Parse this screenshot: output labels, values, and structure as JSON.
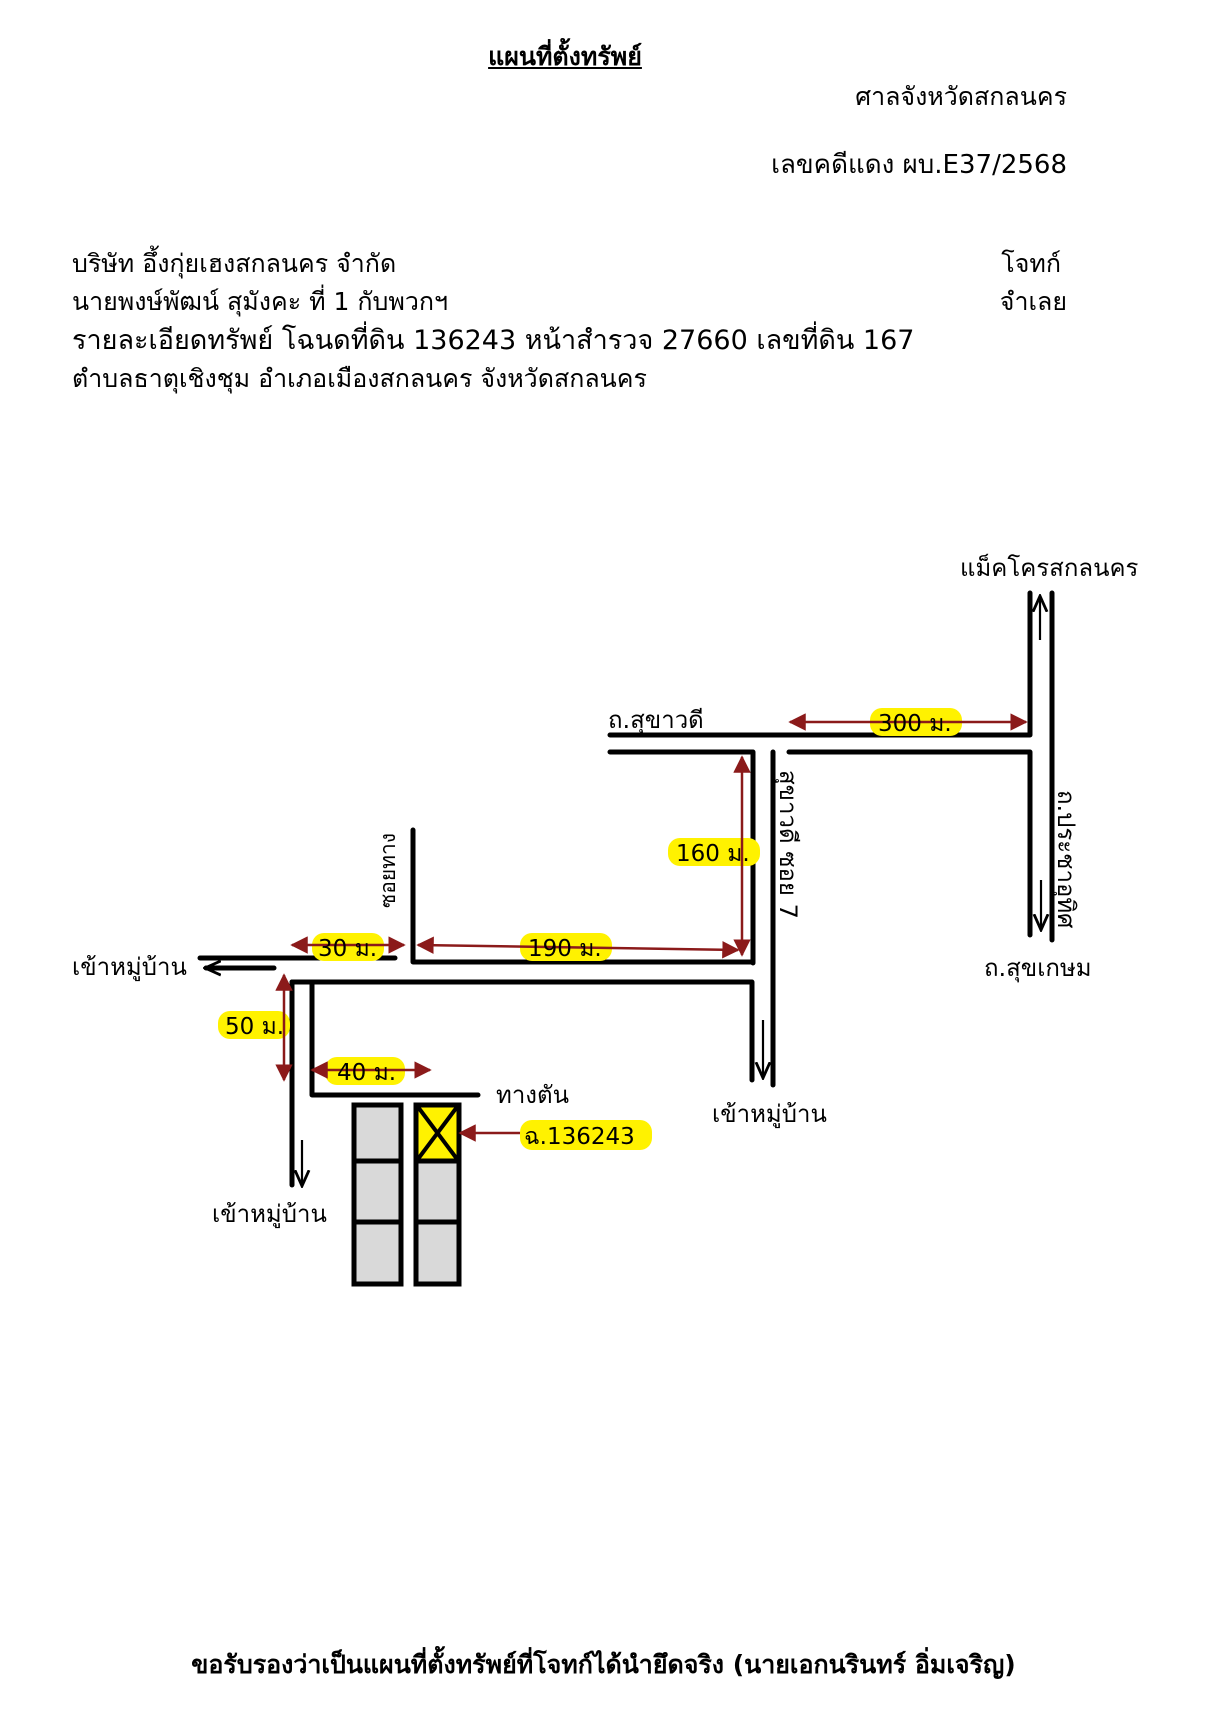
{
  "header": {
    "title": "แผนที่ตั้งทรัพย์",
    "court": "ศาลจังหวัดสกลนคร",
    "case_number": "เลขคดีแดง ผบ.E37/2568",
    "plaintiff_name": "บริษัท อึ้งกุ่ยเฮงสกลนคร จำกัด",
    "plaintiff_role": "โจทก์",
    "defendant_name": "นายพงษ์พัฒน์ สุมังคะ ที่ 1 กับพวกฯ",
    "defendant_role": "จำเลย",
    "property_detail": "รายละเอียดทรัพย์ โฉนดที่ดิน 136243 หน้าสำรวจ 27660 เลขที่ดิน 167",
    "location": "ตำบลธาตุเชิงชุม อำเภอเมืองสกลนคร จังหวัดสกลนคร"
  },
  "map": {
    "landmarks": {
      "makro": "แม็คโครสกลนคร",
      "sukhawadee_rd": "ถ.สุขาวดี",
      "sukhawadee_soi": "สุขาวดี ซอย 7",
      "pracha_uthit_rd": "ถ.ประชาอุทิศ",
      "sukkasem_rd": "ถ.สุขเกษม",
      "soi_tang": "ซอยทาง",
      "to_village_left": "เข้าหมู่บ้าน",
      "to_village_bottom": "เข้าหมู่บ้าน",
      "to_village_mid": "เข้าหมู่บ้าน",
      "dead_end": "ทางตัน"
    },
    "distances": {
      "d300": "300 ม.",
      "d160": "160 ม.",
      "d190": "190 ม.",
      "d30": "30 ม.",
      "d50": "50 ม.",
      "d40": "40 ม."
    },
    "parcel_label": "ฉ.136243",
    "colors": {
      "road": "#000000",
      "arrow": "#8b1a1a",
      "highlight": "#fff200",
      "plot": "#d9d9d9"
    }
  },
  "footer": {
    "certification": "ขอรับรองว่าเป็นแผนที่ตั้งทรัพย์ที่โจทก์ได้นำยึดจริง (นายเอกนรินทร์ อิ่มเจริญ)"
  }
}
